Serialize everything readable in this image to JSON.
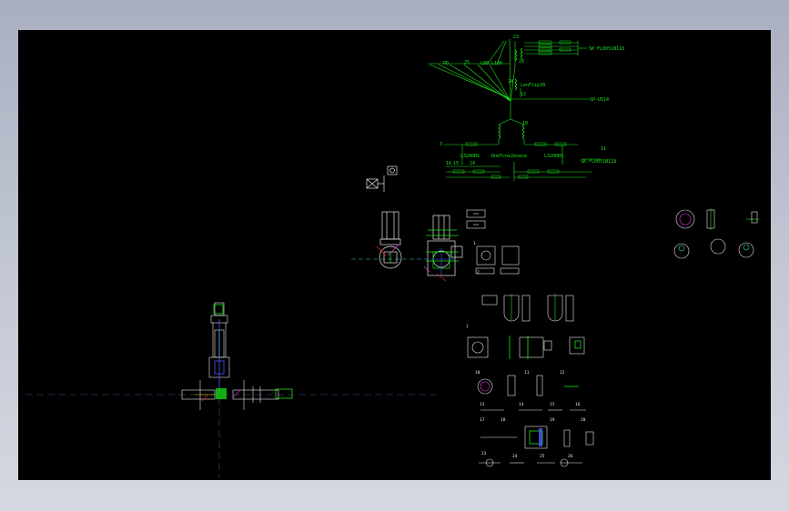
{
  "colors": {
    "background": "#000000",
    "frame": "#b8bdca",
    "green": "#19e619",
    "white": "#e6e6e6",
    "cyan": "#33cccc",
    "blue": "#4a5cff",
    "magenta": "#e633e6",
    "red": "#ff2020",
    "yellow": "#e6e619",
    "centerline": "#3a4f8a"
  },
  "labels": {
    "pd": "PD",
    "l80": "L80",
    "l100": "L100",
    "sk_top": "SK FL0051N118",
    "sp": "SP-U514",
    "lenflip": "LenFlip20",
    "l3200rs_left": "L3200RS",
    "l3200rs_right": "L3200RS",
    "center_note": "DnkFcne2enene",
    "sk_bottom": "SK FL0051N118"
  },
  "numbers": {
    "n23": "23",
    "n20": "20",
    "n25": "25",
    "n24": "24",
    "n12": "12",
    "n10": "10",
    "n3": "3",
    "n16": "16",
    "n15": "15",
    "n14": "14",
    "n11": "11",
    "n1": "1",
    "n2": "2",
    "n7": "7",
    "n10b": "10",
    "n11b": "11",
    "n12b": "12",
    "n13": "13",
    "n14b": "14",
    "n15b": "15",
    "n16b": "16",
    "n17": "17",
    "n18": "18",
    "n19": "19",
    "n20b": "20",
    "n23b": "23",
    "n24b": "24",
    "n25b": "25",
    "n26": "26"
  }
}
